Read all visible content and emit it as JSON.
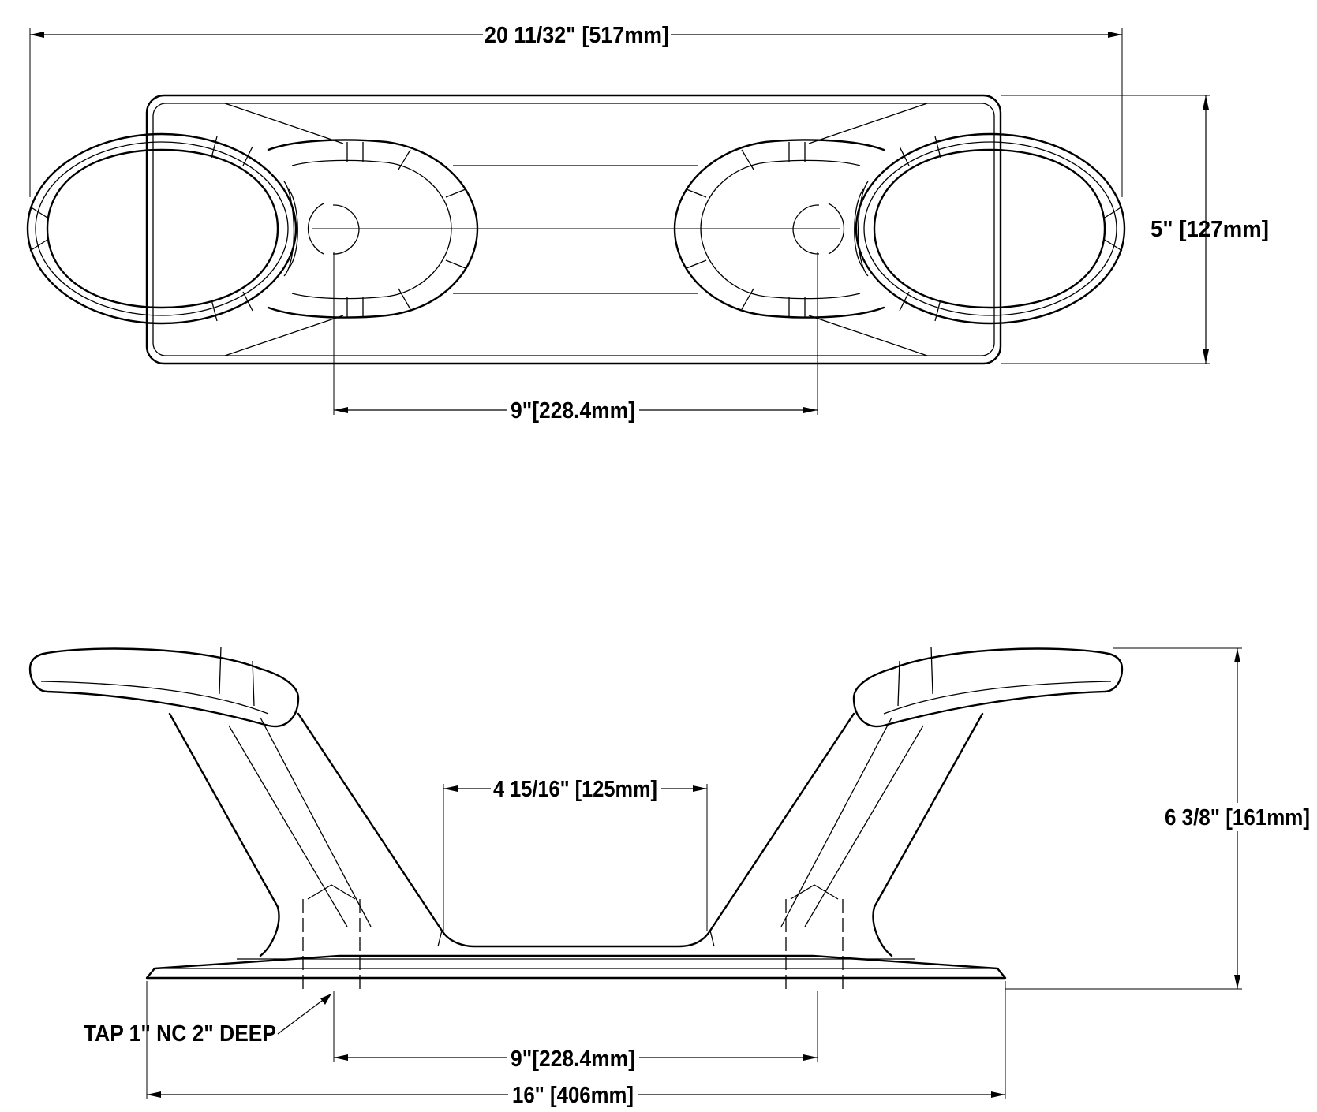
{
  "dimensions": {
    "overall_length": "20 11/32\" [517mm]",
    "top_width": "5\" [127mm]",
    "top_hole_spacing": "9\"[228.4mm]",
    "base_throat": "4 15/16\" [125mm]",
    "overall_height": "6 3/8\" [161mm]",
    "bottom_hole_spacing": "9\"[228.4mm]",
    "base_length": "16\" [406mm]"
  },
  "notes": {
    "tap": "TAP 1\" NC 2\" DEEP"
  }
}
